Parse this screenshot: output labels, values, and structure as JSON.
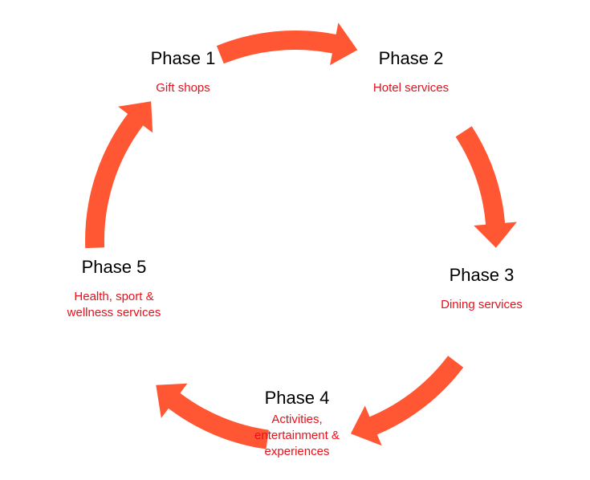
{
  "diagram": {
    "arrow_color": "#ff5733",
    "phases": [
      {
        "title": "Phase 1",
        "description": "Gift shops"
      },
      {
        "title": "Phase 2",
        "description": "Hotel services"
      },
      {
        "title": "Phase 3",
        "description": "Dining services"
      },
      {
        "title": "Phase 4",
        "description": "Activities, entertainment & experiences"
      },
      {
        "title": "Phase 5",
        "description": "Health, sport & wellness services"
      }
    ],
    "arrows": [
      {
        "from": "Phase 1",
        "to": "Phase 2"
      },
      {
        "from": "Phase 2",
        "to": "Phase 3"
      },
      {
        "from": "Phase 3",
        "to": "Phase 4"
      },
      {
        "from": "Phase 4",
        "to": "Phase 5"
      },
      {
        "from": "Phase 5",
        "to": "Phase 1"
      }
    ]
  }
}
